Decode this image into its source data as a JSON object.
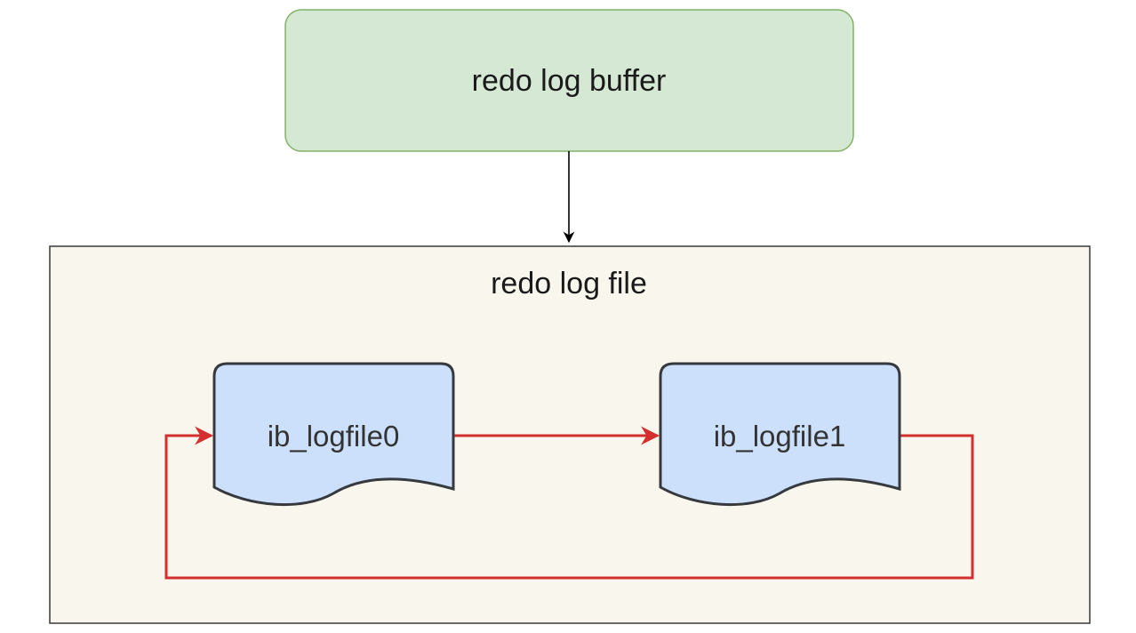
{
  "buffer": {
    "label": "redo log buffer"
  },
  "file_group": {
    "label": "redo log file"
  },
  "files": [
    {
      "label": "ib_logfile0"
    },
    {
      "label": "ib_logfile1"
    }
  ],
  "colors": {
    "buffer_fill": "#d5e8d4",
    "buffer_stroke": "#82b366",
    "group_fill": "#f9f7ed",
    "group_stroke": "#36393d",
    "file_fill": "#cce0fb",
    "file_stroke": "#36393d",
    "cycle_arrow": "#d32f2f",
    "flow_arrow": "#000000"
  }
}
